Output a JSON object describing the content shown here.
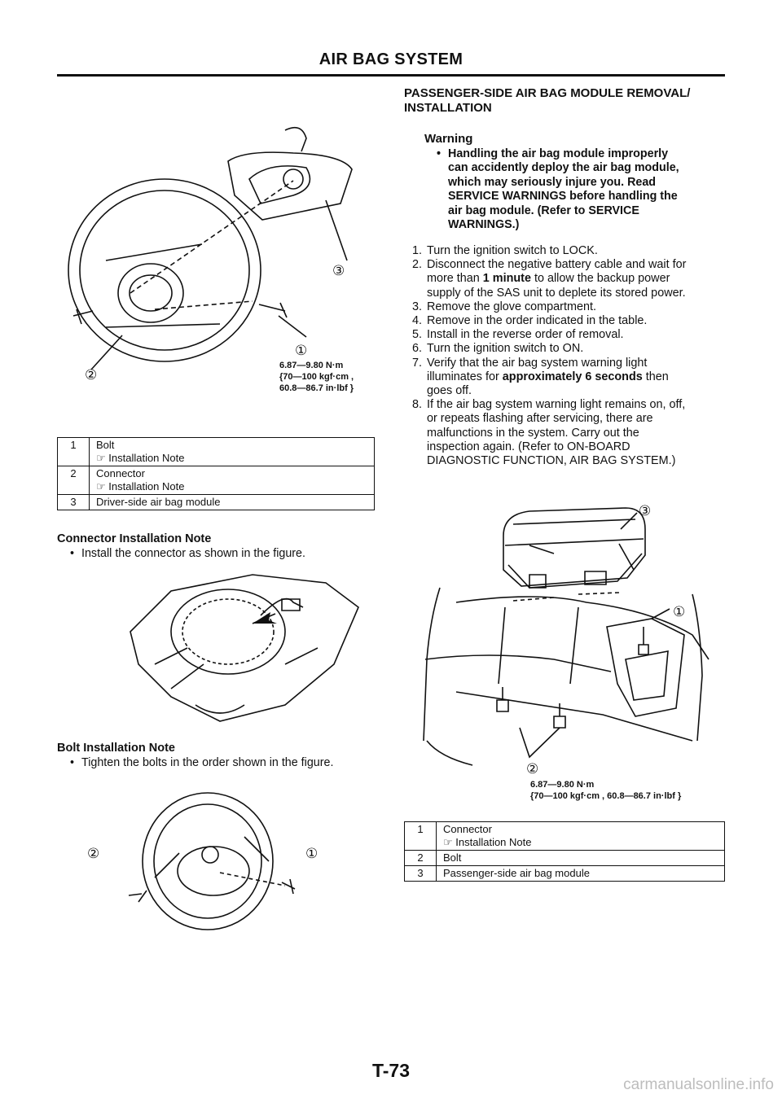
{
  "header": {
    "title": "AIR BAG SYSTEM"
  },
  "right": {
    "section_title": "PASSENGER-SIDE AIR BAG MODULE REMOVAL/ INSTALLATION",
    "warning_head": "Warning",
    "warning_lines": [
      "Handling the air bag module improperly",
      "can accidently deploy the air bag module,",
      "which may seriously injure you. Read",
      "SERVICE WARNINGS before handling the",
      "air bag module. (Refer to SERVICE",
      "WARNINGS.)"
    ],
    "steps": [
      {
        "num": "1.",
        "lines": [
          "Turn the ignition switch to LOCK."
        ]
      },
      {
        "num": "2.",
        "lines": [
          "Disconnect the negative battery cable and wait for",
          "more than ",
          "1 minute",
          " to allow the backup power",
          "supply of the SAS unit to deplete its stored power."
        ]
      },
      {
        "num": "3.",
        "lines": [
          "Remove the glove compartment."
        ]
      },
      {
        "num": "4.",
        "lines": [
          "Remove in the order indicated in the table."
        ]
      },
      {
        "num": "5.",
        "lines": [
          "Install in the reverse order of removal."
        ]
      },
      {
        "num": "6.",
        "lines": [
          "Turn the ignition switch to ON."
        ]
      },
      {
        "num": "7.",
        "lines": [
          "Verify that the air bag system warning light",
          "illuminates for ",
          "approximately 6 seconds",
          " then",
          "goes off."
        ]
      },
      {
        "num": "8.",
        "lines": [
          "If the air bag system warning light remains on, off,",
          "or repeats flashing after servicing, there are",
          "malfunctions in the system. Carry out the",
          "inspection again. (Refer to ON-BOARD",
          "DIAGNOSTIC FUNCTION, AIR BAG SYSTEM.)"
        ]
      }
    ],
    "fig_callouts": {
      "c1": "①",
      "c2": "②",
      "c3": "③"
    },
    "torque_line1": "6.87—9.80 N·m",
    "torque_line2": "{70—100 kgf·cm , 60.8—86.7 in·lbf }",
    "table": [
      {
        "n": "1",
        "name": "Connector",
        "note": "☞ Installation Note"
      },
      {
        "n": "2",
        "name": "Bolt",
        "note": ""
      },
      {
        "n": "3",
        "name": "Passenger-side air bag module",
        "note": ""
      }
    ]
  },
  "left": {
    "fig_callouts": {
      "c1": "①",
      "c2": "②",
      "c3": "③"
    },
    "torque_line1": "6.87—9.80 N·m",
    "torque_line2": "{70—100 kgf·cm ,",
    "torque_line3": "60.8—86.7 in·lbf }",
    "table": [
      {
        "n": "1",
        "name": "Bolt",
        "note": "☞ Installation Note"
      },
      {
        "n": "2",
        "name": "Connector",
        "note": "☞ Installation Note"
      },
      {
        "n": "3",
        "name": "Driver-side air bag module",
        "note": ""
      }
    ],
    "connector_note_title": "Connector Installation Note",
    "connector_note_body": "Install the connector as shown in the figure.",
    "bolt_note_title": "Bolt Installation Note",
    "bolt_note_body": "Tighten the bolts in the order shown in the figure.",
    "bolt_fig_callouts": {
      "c1": "①",
      "c2": "②"
    }
  },
  "footer": {
    "page_number": "T-73",
    "watermark": "carmanualsonline.info"
  },
  "glyphs": {
    "bullet": "•"
  }
}
